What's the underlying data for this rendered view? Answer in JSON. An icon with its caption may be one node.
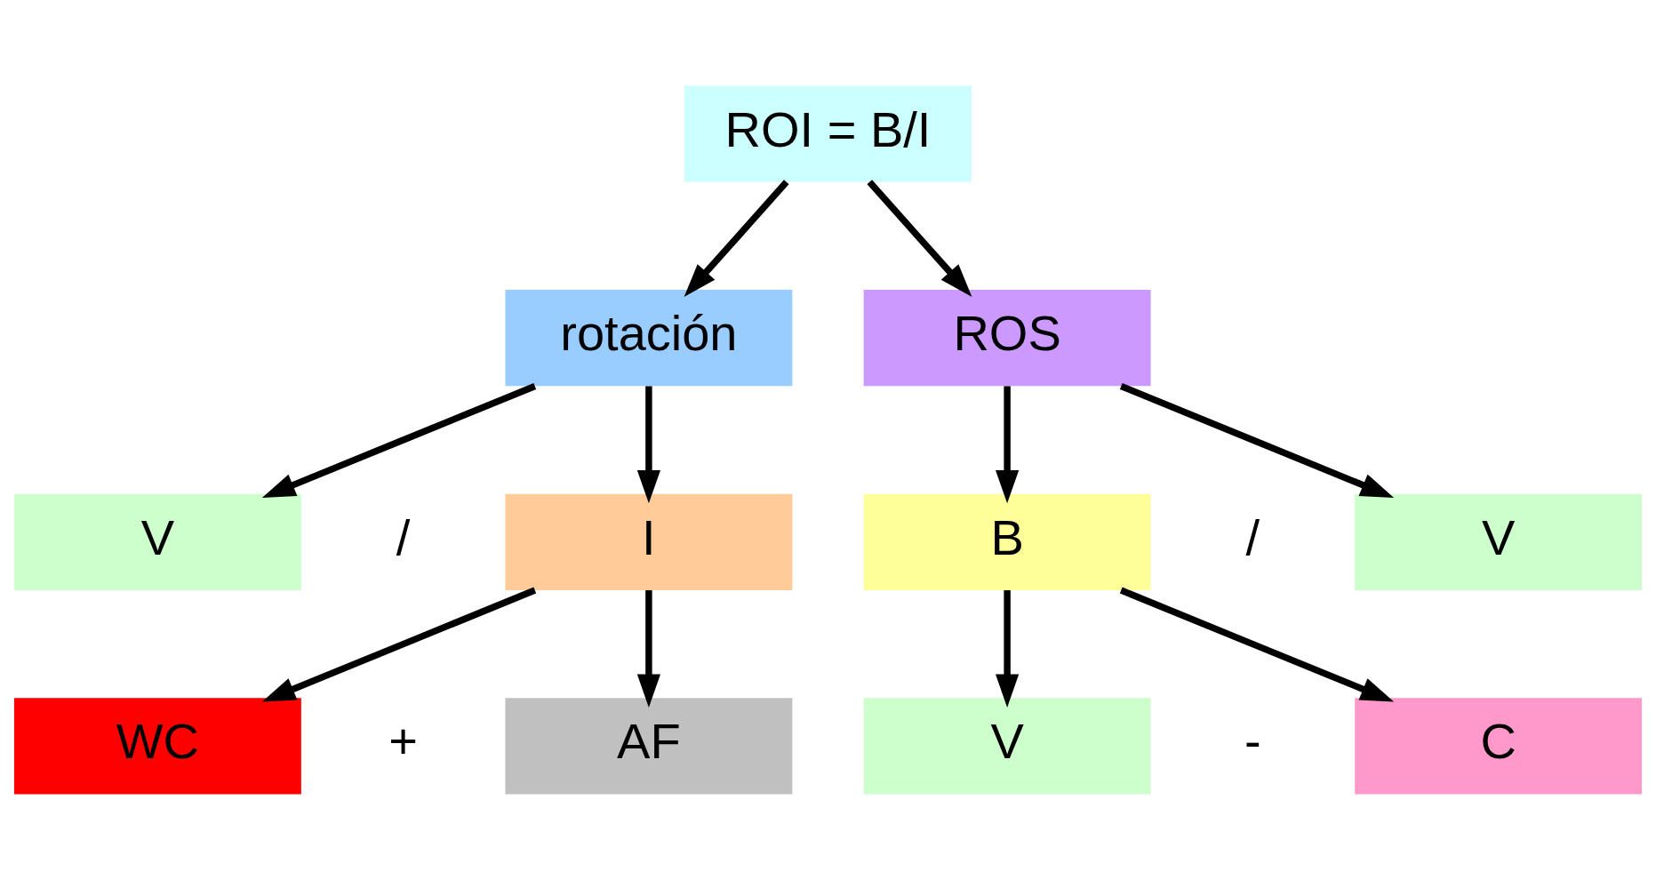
{
  "diagram": {
    "nodes": [
      {
        "text": [
          "ROI = B/I"
        ]
      },
      {
        "text": [
          "rotación"
        ]
      },
      {
        "text": [
          "ROS"
        ]
      },
      {
        "text": [
          "V"
        ]
      },
      {
        "text": [
          "I"
        ]
      },
      {
        "text": [
          "B"
        ]
      },
      {
        "text": [
          "V"
        ]
      },
      {
        "text": [
          "WC"
        ]
      },
      {
        "text": [
          "AF"
        ]
      },
      {
        "text": [
          "V"
        ]
      },
      {
        "text": [
          "C"
        ]
      }
    ],
    "edges": [
      {
        "from": 0,
        "to": 1,
        "arrow": "to"
      },
      {
        "from": 0,
        "to": 2,
        "arrow": "to"
      },
      {
        "from": 1,
        "to": 3,
        "arrow": "to"
      },
      {
        "from": 1,
        "to": 4,
        "arrow": "to"
      },
      {
        "from": 2,
        "to": 5,
        "arrow": "to"
      },
      {
        "from": 2,
        "to": 6,
        "arrow": "to"
      },
      {
        "from": 4,
        "to": 7,
        "arrow": "to"
      },
      {
        "from": 4,
        "to": 8,
        "arrow": "to"
      },
      {
        "from": 5,
        "to": 9,
        "arrow": "to"
      },
      {
        "from": 5,
        "to": 10,
        "arrow": "to"
      }
    ],
    "labels": [
      "/",
      "/",
      "+",
      "-"
    ]
  }
}
